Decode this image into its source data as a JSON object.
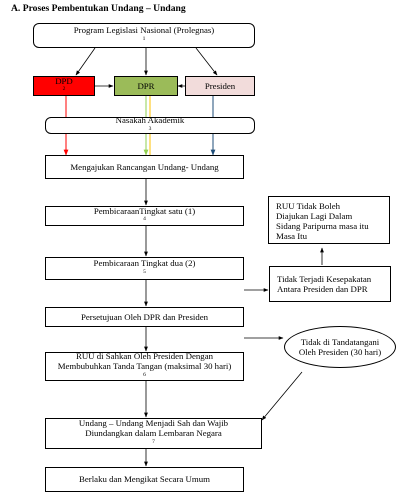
{
  "heading": "A.  Proses Pembentukan Undang – Undang",
  "nodes": {
    "prolegnas": {
      "label": "Program Legislasi Nasional (Prolegnas)",
      "note": "1"
    },
    "dpd": {
      "label": "DPD",
      "note": "2",
      "color": "#ff0000"
    },
    "dpr": {
      "label": "DPR",
      "color": "#9bbb59"
    },
    "presiden": {
      "label": "Presiden",
      "color": "#f2dcdb"
    },
    "naskah": {
      "label": "Nasakah Akademik",
      "note": "3"
    },
    "mengajukan": {
      "label": "Mengajukan Rancangan Undang- Undang"
    },
    "tingkat1": {
      "label": "PembicaraanTingkat satu (1)",
      "note": "4"
    },
    "tingkat2": {
      "label": "Pembicaraan Tingkat dua (2)",
      "note": "5"
    },
    "persetujuan": {
      "label": "Persetujuan Oleh DPR dan Presiden"
    },
    "disahkan": {
      "line1": "RUU di Sahkan Oleh Presiden Dengan",
      "line2": "Membubuhkan Tanda Tangan (maksimal 30 hari)",
      "note": "6"
    },
    "wajib": {
      "line1": "Undang – Undang  Menjadi Sah dan Wajib",
      "line2": "Diundangkan dalam Lembaran Negara",
      "note": "7"
    },
    "berlaku": {
      "label": "Berlaku dan Mengikat Secara Umum"
    },
    "ruu_tidak_boleh": {
      "line1": "RUU Tidak Boleh",
      "line2": "Diajukan Lagi Dalam",
      "line3": "Sidang Paripurna masa itu",
      "line4": "Masa Itu"
    },
    "tidak_sepakat": {
      "line1": "Tidak Terjadi Kesepakatan",
      "line2": "Antara Presiden dan DPR"
    },
    "tidak_ttd": {
      "line1": "Tidak di Tandatangani",
      "line2": "Oleh Presiden (30 hari)"
    }
  },
  "arrow_colors": {
    "red": "#ff0000",
    "green": "#92d050",
    "yellow": "#ffc000",
    "blue": "#1f4e79"
  }
}
